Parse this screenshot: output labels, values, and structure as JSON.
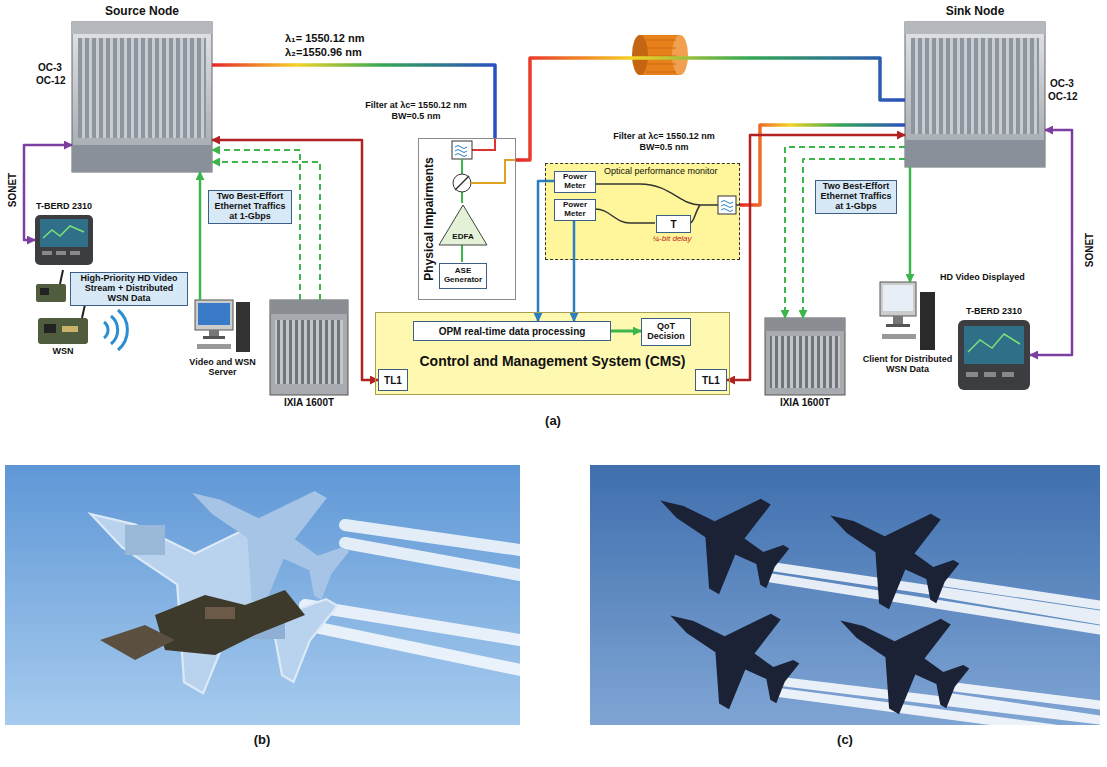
{
  "diagram": {
    "nodes": [
      {
        "text": [
          "Source Node"
        ]
      },
      {
        "text": [
          "Sink Node"
        ]
      },
      {
        "text": [
          "T-BERD 2310"
        ]
      },
      {
        "text": [
          "Video and WSN Server"
        ]
      },
      {
        "text": [
          "WSN"
        ]
      },
      {
        "text": [
          "High-Priority HD Video Stream + Distributed WSN Data"
        ]
      },
      {
        "text": [
          "Two Best-Effort Ethernet Traffics at 1-Gbps"
        ]
      },
      {
        "text": [
          "IXIA 1600T"
        ]
      },
      {
        "text": [
          "Physical Impairments"
        ]
      },
      {
        "text": [
          "EDFA"
        ],
        "in": 8
      },
      {
        "text": [
          "ASE Generator"
        ],
        "in": 8
      },
      {
        "text": [
          "Optical performance monitor"
        ]
      },
      {
        "text": [
          "Power Meter"
        ],
        "in": 11
      },
      {
        "text": [
          "Power Meter"
        ],
        "in": 11
      },
      {
        "text": [
          "T"
        ],
        "in": 11
      },
      {
        "text": [
          "Control and Management System (CMS)"
        ]
      },
      {
        "text": [
          "OPM real-time data processing"
        ],
        "in": 15
      },
      {
        "text": [
          "QoT Decision"
        ],
        "in": 15
      },
      {
        "text": [
          "TL1"
        ],
        "in": 15
      },
      {
        "text": [
          "TL1"
        ],
        "in": 15
      },
      {
        "text": [
          "Two Best-Effort Ethernet Traffics at 1-Gbps"
        ]
      },
      {
        "text": [
          "IXIA 1600T"
        ]
      },
      {
        "text": [
          "Client for Distributed WSN Data"
        ]
      },
      {
        "text": [
          "T-BERD 2310"
        ]
      }
    ],
    "edges": [
      {
        "from": 0,
        "to": 8,
        "arrow": "none"
      },
      {
        "from": 8,
        "to": 1,
        "arrow": "none"
      },
      {
        "from": 1,
        "to": 11,
        "arrow": "none"
      },
      {
        "from": 0,
        "to": 2,
        "arrow": "both"
      },
      {
        "from": 1,
        "to": 23,
        "arrow": "both"
      },
      {
        "from": 3,
        "to": 0,
        "arrow": "to"
      },
      {
        "from": 7,
        "to": 0,
        "arrow": "to"
      },
      {
        "from": 7,
        "to": 0,
        "arrow": "to"
      },
      {
        "from": 1,
        "to": 21,
        "arrow": "to"
      },
      {
        "from": 1,
        "to": 21,
        "arrow": "to"
      },
      {
        "from": 1,
        "to": 22,
        "arrow": "to"
      },
      {
        "from": 0,
        "to": 18,
        "arrow": "both"
      },
      {
        "from": 1,
        "to": 19,
        "arrow": "both"
      },
      {
        "from": 12,
        "to": 16,
        "arrow": "to"
      },
      {
        "from": 13,
        "to": 16,
        "arrow": "to"
      },
      {
        "from": 16,
        "to": 17,
        "arrow": "to"
      }
    ],
    "labels": [
      "λ₁= 1550.12 nm",
      "λ₂=1550.96 nm",
      "OC-3",
      "OC-12",
      "SONET",
      "Filter at λc= 1550.12 nm",
      "BW=0.5 nm",
      "Filter at λc= 1550.12 nm",
      "BW=0.5 nm",
      "¼-bit delay",
      "OC-3",
      "OC-12",
      "SONET",
      "HD Video Displayed",
      "(a)",
      "(b)",
      "(c)"
    ]
  }
}
